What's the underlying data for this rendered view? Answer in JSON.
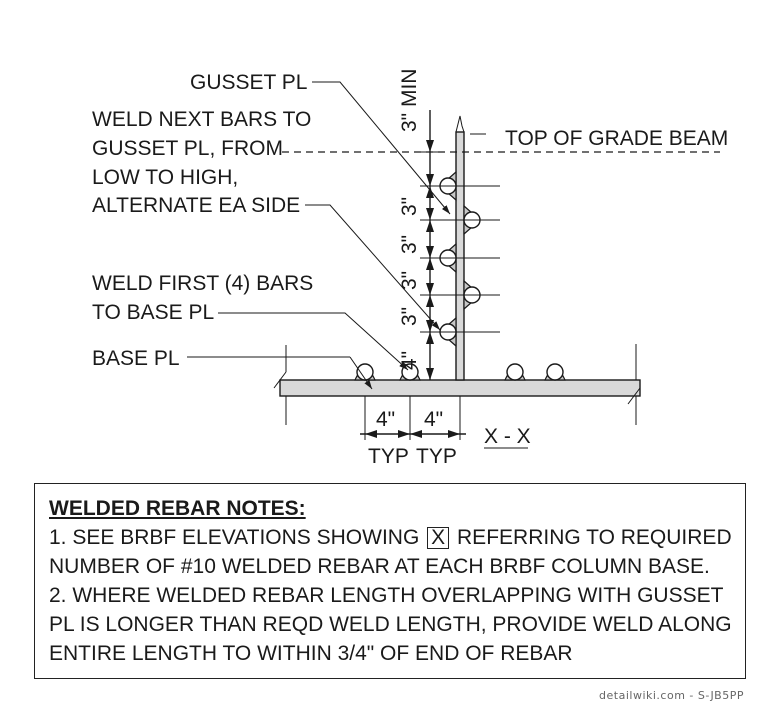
{
  "labels": {
    "gusset_pl": "GUSSET PL",
    "weld_next_1": "WELD NEXT BARS TO",
    "weld_next_2": "GUSSET PL, FROM",
    "weld_next_3": "LOW TO HIGH,",
    "weld_next_4": "ALTERNATE EA SIDE",
    "weld_first_1": "WELD FIRST (4) BARS",
    "weld_first_2": "TO BASE PL",
    "base_pl": "BASE PL",
    "top_of_grade_beam": "TOP OF GRADE BEAM",
    "section": "X - X"
  },
  "dimensions": {
    "min_3": "3\" MIN",
    "v1": "3\"",
    "v2": "3\"",
    "v3": "3\"",
    "v4": "3\"",
    "v5": "4\"",
    "h1": "4\"",
    "h2": "4\"",
    "typ1": "TYP",
    "typ2": "TYP"
  },
  "notes": {
    "title": "WELDED REBAR NOTES:",
    "line1_a": "1. SEE BRBF ELEVATIONS SHOWING",
    "line1_box": "X",
    "line1_b": "REFERRING TO REQUIRED",
    "line2": "NUMBER OF #10 WELDED REBAR AT EACH BRBF COLUMN BASE.",
    "line3": "2. WHERE WELDED REBAR LENGTH OVERLAPPING WITH GUSSET",
    "line4": "PL IS LONGER THAN REQD WELD LENGTH, PROVIDE WELD ALONG",
    "line5": "ENTIRE LENGTH TO WITHIN 3/4\" OF END OF REBAR"
  },
  "watermark": "detailwiki.com - S-JB5PP"
}
